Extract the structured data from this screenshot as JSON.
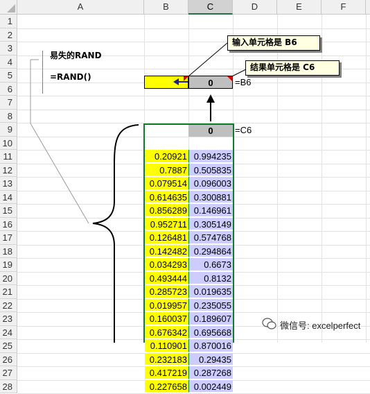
{
  "columns": [
    "A",
    "B",
    "C",
    "D",
    "E",
    "F"
  ],
  "rows": [
    "1",
    "2",
    "3",
    "4",
    "5",
    "6",
    "7",
    "8",
    "9",
    "10",
    "11",
    "12",
    "13",
    "14",
    "15",
    "16",
    "17",
    "18",
    "19",
    "20",
    "21",
    "22",
    "23",
    "24",
    "25",
    "26",
    "27",
    "28"
  ],
  "notes": {
    "title": "易失的RAND",
    "formula": "=RAND()"
  },
  "input_cell": {
    "label": "输入单元格是 B6",
    "value": "0",
    "ref": "=B6"
  },
  "result_cell": {
    "label": "结果单元格是 C6",
    "header_value": "0",
    "ref": "=C6"
  },
  "table": {
    "col_b": [
      "0.20921",
      "0.7887",
      "0.079514",
      "0.614635",
      "0.856289",
      "0.952711",
      "0.126481",
      "0.142482",
      "0.034293",
      "0.493444",
      "0.285723",
      "0.019957",
      "0.160037",
      "0.676342",
      "0.110901",
      "0.232183",
      "0.417219",
      "0.227658"
    ],
    "col_c": [
      "0.994235",
      "0.505835",
      "0.096003",
      "0.300881",
      "0.146961",
      "0.305149",
      "0.574768",
      "0.294864",
      "0.6673",
      "0.8132",
      "0.019635",
      "0.235055",
      "0.189607",
      "0.695668",
      "0.870016",
      "0.29435",
      "0.287268",
      "0.002449"
    ]
  },
  "watermark": {
    "icon": "wechat-icon",
    "text": "微信号: excelperfect"
  },
  "colors": {
    "yellow": "#ffff00",
    "lavender": "#ccccff",
    "green_border": "#0b7d2b",
    "callout": "#ffffe1"
  }
}
